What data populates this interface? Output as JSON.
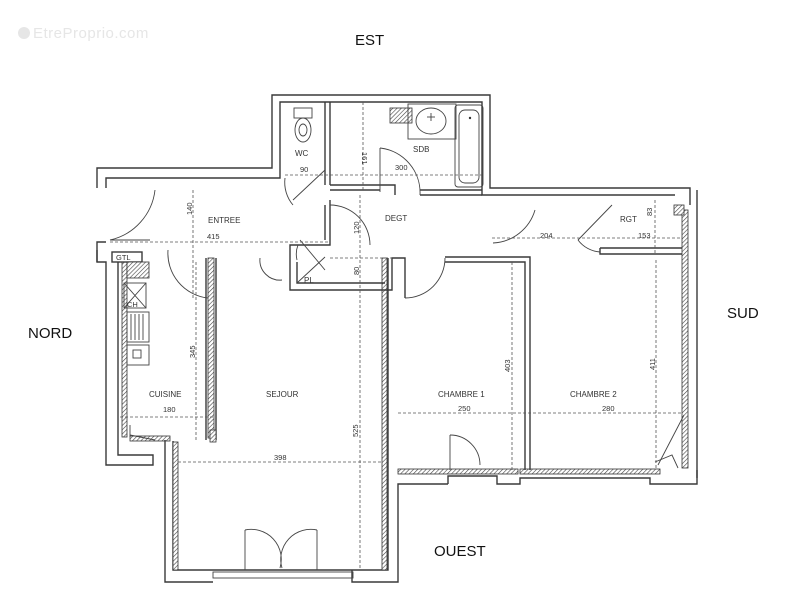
{
  "watermark": {
    "text": "EtreProprio.com"
  },
  "orientation": {
    "north": "NORD",
    "south": "SUD",
    "east": "EST",
    "west": "OUEST"
  },
  "rooms": {
    "wc": {
      "label": "WC",
      "dim": "90"
    },
    "sdb": {
      "label": "SDB",
      "dim_width": "300",
      "dim_height": "161"
    },
    "entree": {
      "label": "ENTREE",
      "dim_width": "415",
      "dim_height": "140"
    },
    "degt": {
      "label": "DEGT",
      "dim_height": "120"
    },
    "pl": {
      "label": "PL",
      "dim_height": "80"
    },
    "rgt": {
      "label": "RGT",
      "dim_width": "153",
      "dim_height": "83"
    },
    "hall_right": {
      "dim_width": "204"
    },
    "gtl": {
      "label": "GTL"
    },
    "ch": {
      "label": "CH"
    },
    "cuisine": {
      "label": "CUISINE",
      "dim_width": "180",
      "dim_height": "345"
    },
    "sejour": {
      "label": "SEJOUR",
      "dim_width": "398",
      "dim_height": "525"
    },
    "chambre1": {
      "label": "CHAMBRE 1",
      "dim_width": "250",
      "dim_height": "403"
    },
    "chambre2": {
      "label": "CHAMBRE 2",
      "dim_width": "280",
      "dim_height": "411"
    }
  }
}
